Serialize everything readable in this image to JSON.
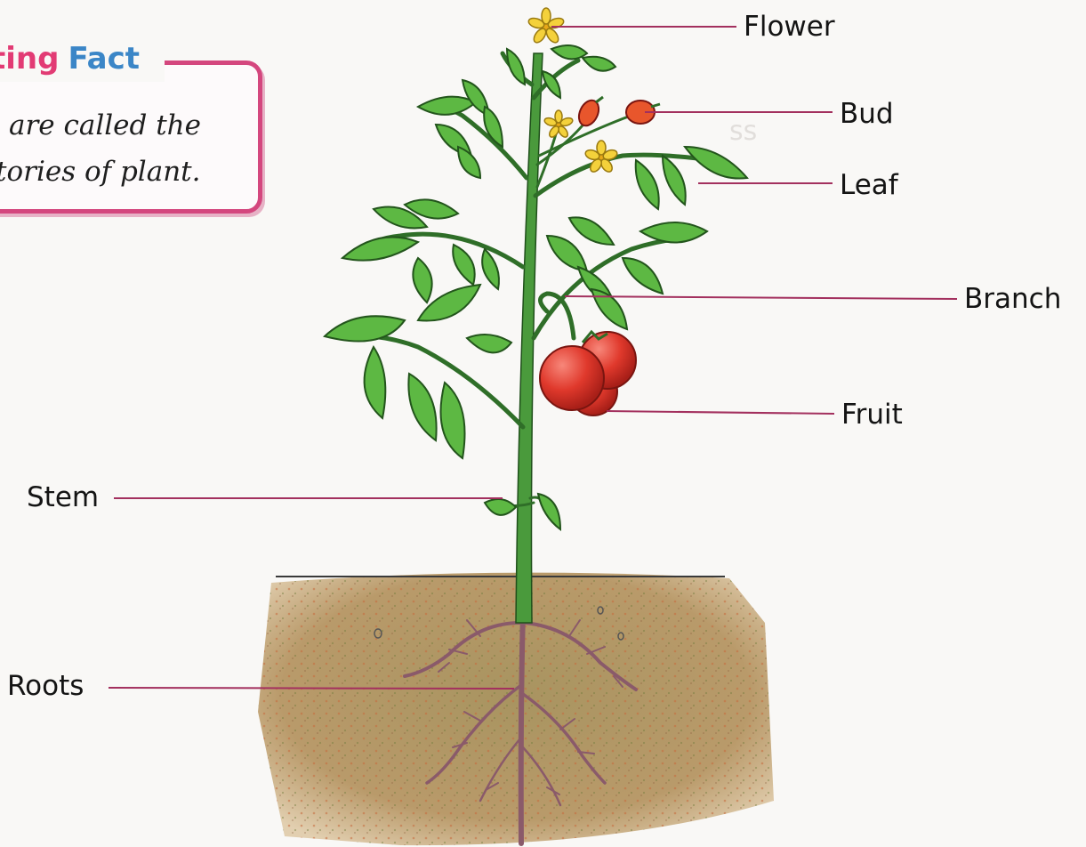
{
  "fact": {
    "heading_part1": "ting",
    "heading_part2": "Fact",
    "line1": "are called the",
    "line2": "tories of plant."
  },
  "labels": {
    "flower": "Flower",
    "bud": "Bud",
    "leaf": "Leaf",
    "branch": "Branch",
    "fruit": "Fruit",
    "stem": "Stem",
    "roots": "Roots"
  },
  "colors": {
    "leader_line": "#a3305e",
    "fact_border": "#d4477e",
    "stem": "#4a9a3c",
    "leaf": "#5db843",
    "fruit": "#e0392c",
    "soil": "#b5a070",
    "flower": "#f4d13b",
    "root": "#8a5a6a"
  }
}
